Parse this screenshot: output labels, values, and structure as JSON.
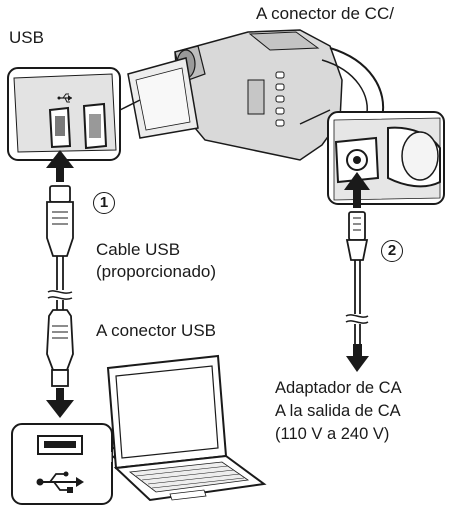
{
  "labels": {
    "usb": "USB",
    "dc_connector": "A conector de CC/",
    "cable_line1": "Cable USB",
    "cable_line2": "(proporcionado)",
    "usb_connector": "A conector USB",
    "adapter_line1": "Adaptador de CA",
    "adapter_line2": "A la salida de CA",
    "adapter_line3": "(110 V a 240 V)"
  },
  "steps": {
    "step1": "1",
    "step2": "2"
  },
  "icons": {
    "usb_symbol": "usb-icon"
  },
  "colors": {
    "stroke": "#1a1a1a",
    "light_gray": "#e6e6e6",
    "mid_gray": "#cfcfcf",
    "dark_gray": "#8a8a8a"
  }
}
